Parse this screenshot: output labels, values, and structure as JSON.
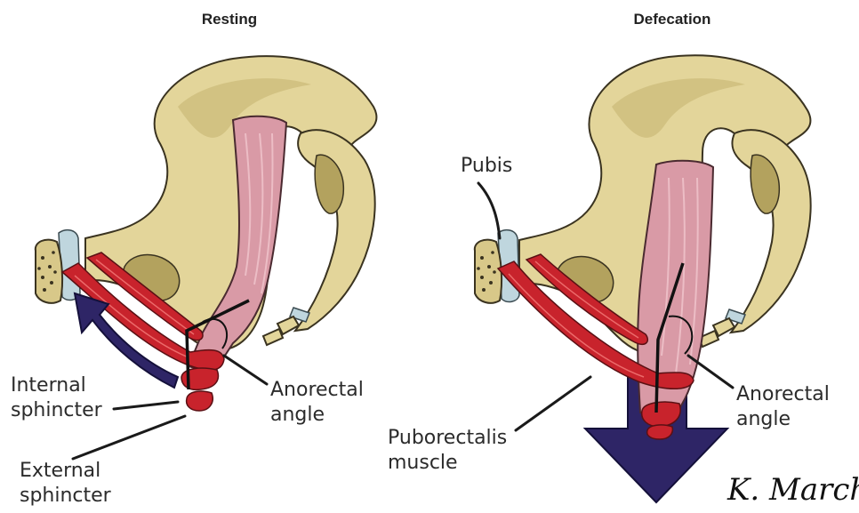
{
  "panels": {
    "resting": {
      "title": "Resting",
      "labels": {
        "internal_sphincter": [
          "Internal",
          "sphincter"
        ],
        "external_sphincter": [
          "External",
          "sphincter"
        ],
        "anorectal_angle": [
          "Anorectal",
          "angle"
        ]
      }
    },
    "defecation": {
      "title": "Defecation",
      "labels": {
        "pubis": "Pubis",
        "anorectal_angle": [
          "Anorectal",
          "angle"
        ],
        "puborectalis_muscle": [
          "Puborectalis",
          "muscle"
        ]
      }
    }
  },
  "signature": "K. Marchand",
  "colors": {
    "bone": "#e3d59a",
    "rectum": "#d99aa6",
    "muscle": "#c8232c",
    "arrow": "#2e2566",
    "leader": "#1a1a1a"
  }
}
